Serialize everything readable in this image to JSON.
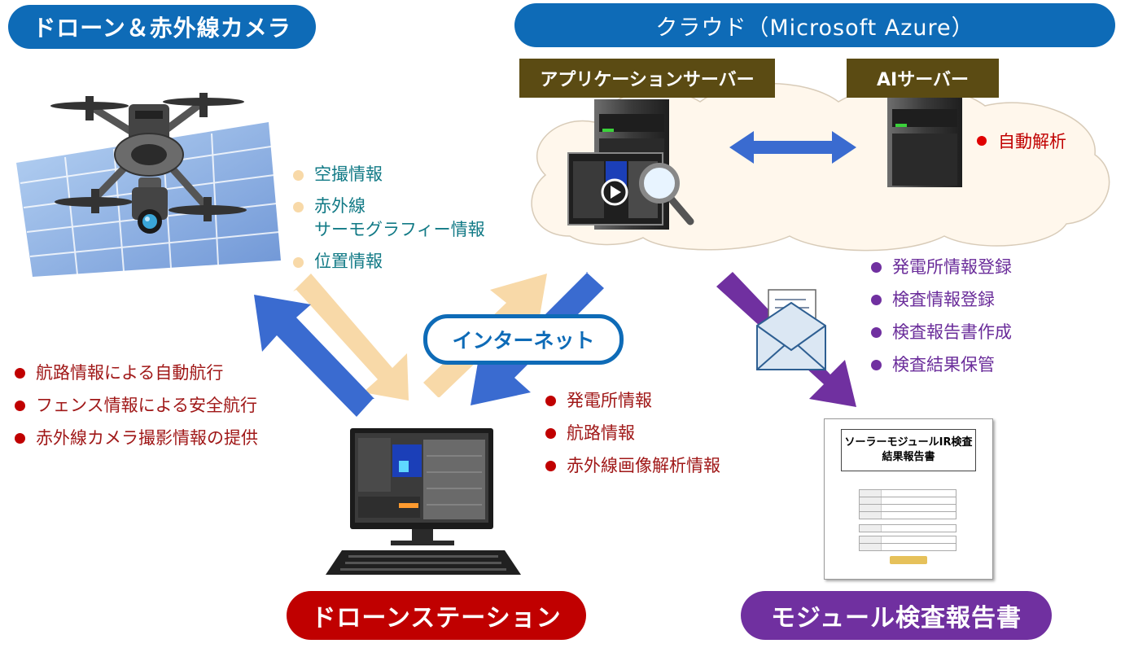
{
  "headers": {
    "drone": "ドローン＆赤外線カメラ",
    "cloud": "クラウド（Microsoft Azure）",
    "station": "ドローンステーション",
    "report": "モジュール検査報告書"
  },
  "servers": {
    "app": "アプリケーションサーバー",
    "ai": "AIサーバー",
    "ai_feature": "自動解析"
  },
  "internet_label": "インターネット",
  "drone_info": [
    "空撮情報",
    "赤外線\nサーモグラフィー情報",
    "位置情報"
  ],
  "station_features": [
    "航路情報による自動航行",
    "フェンス情報による安全航行",
    "赤外線カメラ撮影情報の提供"
  ],
  "internet_data": [
    "発電所情報",
    "航路情報",
    "赤外線画像解析情報"
  ],
  "cloud_tasks": [
    "発電所情報登録",
    "検査情報登録",
    "検査報告書作成",
    "検査結果保管"
  ],
  "report_doc": {
    "title_line1": "ソーラーモジュールIR検査",
    "title_line2": "結果報告書"
  },
  "colors": {
    "header_blue": "#0e6bb7",
    "station_red": "#c00000",
    "report_purple": "#7030a0",
    "server_label": "#5b4b13",
    "drone_info_text": "#127a86",
    "arrow_peach": "#f8d9a8",
    "arrow_blue": "#3a6bd0"
  }
}
